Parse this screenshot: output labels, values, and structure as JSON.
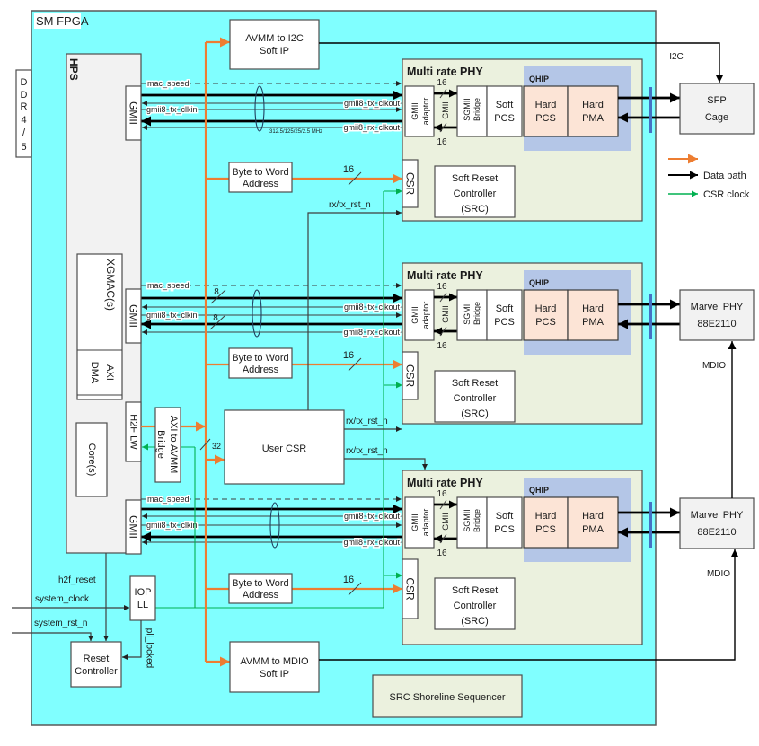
{
  "fpga_label": "SM FPGA",
  "ddr_letters": [
    "D",
    "D",
    "R",
    "4",
    "/",
    "5"
  ],
  "hps": {
    "label": "HPS",
    "gmii_label": "GMII",
    "xgmac": "XGMAC(s)",
    "axi_dma": [
      "AXI",
      "DMA"
    ],
    "h2f_lw": "H2F LW",
    "cores": "Core(s)"
  },
  "axi_bridge": [
    "AXI to AVMM",
    "Bridge"
  ],
  "avmm_i2c": [
    "AVMM to I2C",
    "Soft IP"
  ],
  "avmm_mdio": [
    "AVMM to MDIO",
    "Soft IP"
  ],
  "byte_to_word": [
    "Byte to Word",
    "Address"
  ],
  "user_csr": "User CSR",
  "iopll": [
    "IOP",
    "LL"
  ],
  "reset_controller": [
    "Reset",
    "Controller"
  ],
  "src_sequencer": "SRC Shoreline Sequencer",
  "signals": {
    "mac_speed": "mac_speed",
    "tx_clkin": "gmii8_tx_clkin",
    "tx_clkout": "gmii8_tx_clkout",
    "rx_clkout": "gmii8_rx_clkout",
    "rst": "rx/tx_rst_n",
    "h2f_reset": "h2f_reset",
    "system_clock": "system_clock",
    "system_rst_n": "system_rst_n",
    "pll_locked": "pll_locked",
    "i2c": "I2C",
    "mdio": "MDIO",
    "clock_rates": "312.5/125/25/2.5 MHz"
  },
  "widths": {
    "csr": "16",
    "avmm": "32",
    "gmii": "8",
    "phy_internal": "16"
  },
  "phy": {
    "title": "Multi rate PHY",
    "gmii_adaptor": [
      "GMII",
      "adaptor"
    ],
    "gmii": "GMII",
    "sgmii_bridge": [
      "SGMII",
      "Bridge"
    ],
    "soft_pcs": [
      "Soft",
      "PCS"
    ],
    "qhip": "QHIP",
    "hard_pcs": [
      "Hard",
      "PCS"
    ],
    "hard_pma": [
      "Hard",
      "PMA"
    ],
    "csr": "CSR",
    "src": [
      "Soft Reset",
      "Controller",
      "(SRC)"
    ]
  },
  "external": [
    {
      "lines": [
        "SFP",
        "Cage"
      ]
    },
    {
      "lines": [
        "Marvel PHY",
        "88E2110"
      ]
    },
    {
      "lines": [
        "Marvel PHY",
        "88E2110"
      ]
    }
  ],
  "legend": [
    {
      "label": "",
      "color": "#ed7d31"
    },
    {
      "label": "Data path",
      "color": "#000000"
    },
    {
      "label": "CSR clock",
      "color": "#00b050"
    }
  ],
  "colors": {
    "fpga_fill": "#80ffff",
    "avmm_bus": "#ed7d31",
    "csr_clock": "#00b050",
    "phy_fill": "#ebf1de",
    "qhip_fill": "#b4c6e7",
    "hard_ip_fill": "#fce4d6",
    "connector": "#4472c4"
  }
}
